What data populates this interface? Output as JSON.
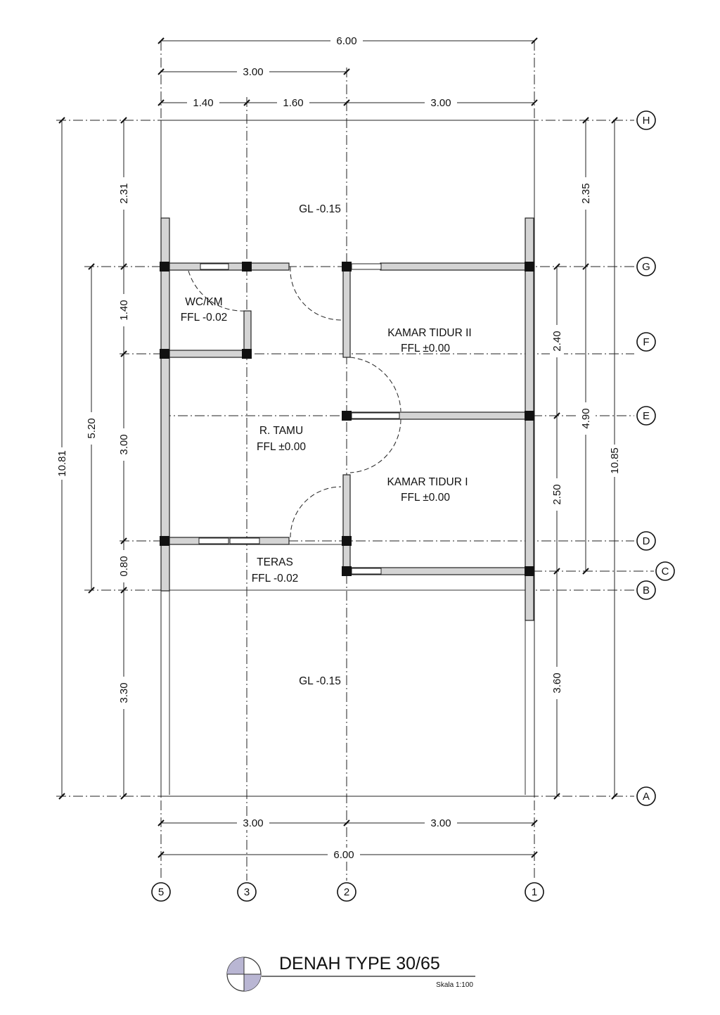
{
  "dimensions": {
    "top_total": "6.00",
    "top_half": "3.00",
    "top_seg_1": "1.40",
    "top_seg_2": "1.60",
    "top_seg_3": "3.00",
    "bottom_left": "3.00",
    "bottom_right": "3.00",
    "bottom_total": "6.00",
    "left_total": "10.81",
    "left_mid": "5.20",
    "left_seg_1": "2.31",
    "left_seg_2": "1.40",
    "left_seg_3": "3.00",
    "left_seg_4": "0.80",
    "left_seg_5": "3.30",
    "right_seg_1": "2.35",
    "right_seg_2": "2.40",
    "right_seg_3": "2.50",
    "right_seg_4": "3.60",
    "right_mid": "4.90",
    "right_total": "10.85"
  },
  "rooms": {
    "garden_top": "GL -0.15",
    "wc_name": "WC/KM",
    "wc_level": "FFL -0.02",
    "kamar2_name": "KAMAR TIDUR II",
    "kamar2_level": "FFL ±0.00",
    "tamu_name": "R. TAMU",
    "tamu_level": "FFL ±0.00",
    "kamar1_name": "KAMAR TIDUR I",
    "kamar1_level": "FFL ±0.00",
    "teras_name": "TERAS",
    "teras_level": "FFL -0.02",
    "garden_bottom": "GL -0.15"
  },
  "grid_rows": [
    "H",
    "G",
    "F",
    "E",
    "D",
    "C",
    "B",
    "A"
  ],
  "grid_cols": [
    "5",
    "3",
    "2",
    "1"
  ],
  "title": "DENAH TYPE 30/65",
  "scale": "Skala 1:100",
  "colors": {
    "line": "#222222",
    "wall_fill": "#d4d4d4",
    "column": "#111111",
    "north_fill": "#b9b6d3"
  }
}
